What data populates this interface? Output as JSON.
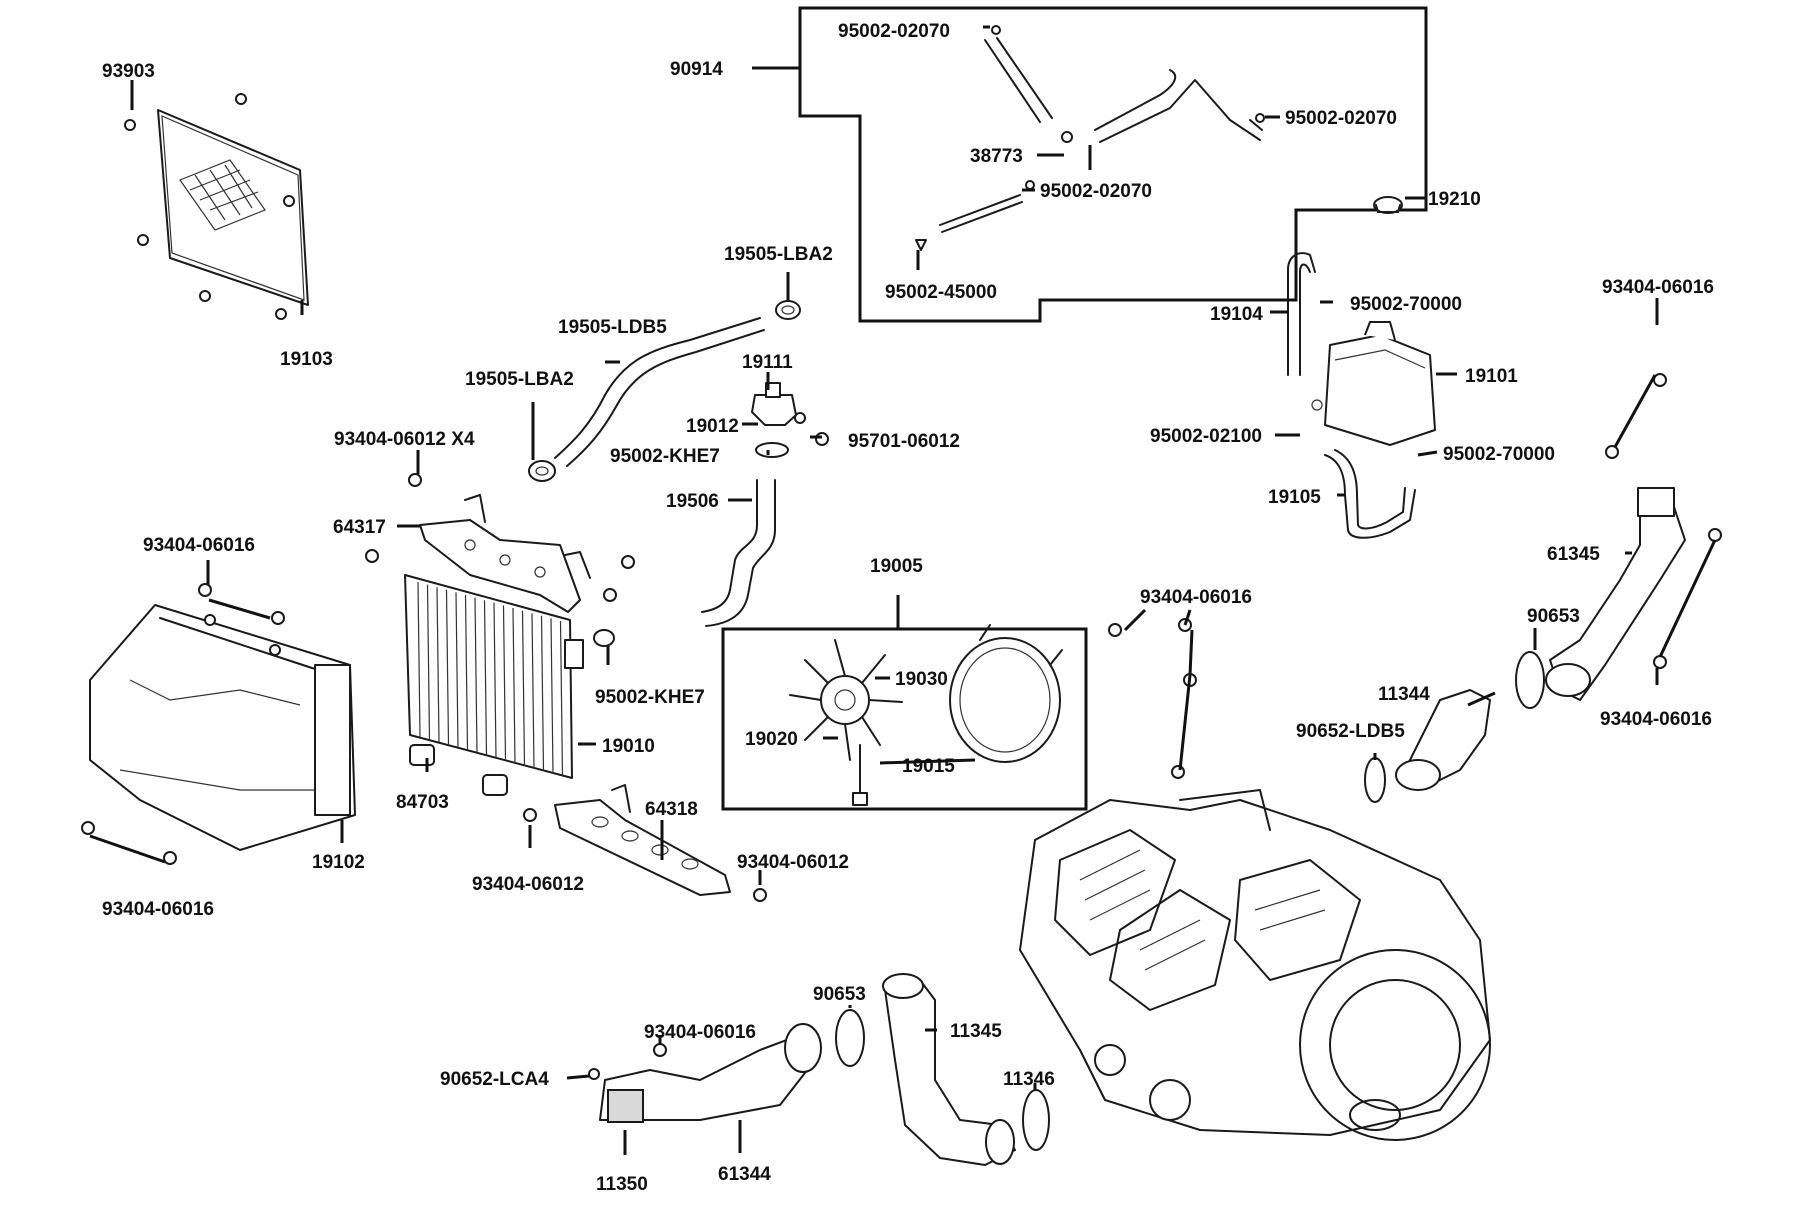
{
  "diagram": {
    "labels": {
      "p93903": "93903",
      "p19103": "19103",
      "p90914": "90914",
      "p95002_02070_a": "95002-02070",
      "p95002_02070_b": "95002-02070",
      "p95002_02070_c": "95002-02070",
      "p38773": "38773",
      "p95002_45000": "95002-45000",
      "p19210": "19210",
      "p19104": "19104",
      "p95002_70000_a": "95002-70000",
      "p19101": "19101",
      "p95002_02100": "95002-02100",
      "p95002_70000_b": "95002-70000",
      "p19105": "19105",
      "p93404_06016_tr": "93404-06016",
      "p61345": "61345",
      "p90653_r": "90653",
      "p93404_06016_r2": "93404-06016",
      "p11344": "11344",
      "p90652_LDB5": "90652-LDB5",
      "p19505_LBA2_a": "19505-LBA2",
      "p19505_LDB5": "19505-LDB5",
      "p19111": "19111",
      "p19505_LBA2_b": "19505-LBA2",
      "p19012": "19012",
      "p95701_06012": "95701-06012",
      "p95002_KHE7_a": "95002-KHE7",
      "p93404_06012_x4": "93404-06012 X4",
      "p19506": "19506",
      "p64317": "64317",
      "p93404_06016_l": "93404-06016",
      "p19005": "19005",
      "p19030": "19030",
      "p19020": "19020",
      "p19015": "19015",
      "p93404_06016_m": "93404-06016",
      "p95002_KHE7_b": "95002-KHE7",
      "p19010": "19010",
      "p84703": "84703",
      "p64318": "64318",
      "p19102": "19102",
      "p93404_06012_a": "93404-06012",
      "p93404_06012_b": "93404-06012",
      "p93404_06016_bl": "93404-06016",
      "p90653_b": "90653",
      "p11345": "11345",
      "p93404_06016_b": "93404-06016",
      "p90652_LCA4": "90652-LCA4",
      "p11346": "11346",
      "p11350": "11350",
      "p61344": "61344"
    }
  }
}
